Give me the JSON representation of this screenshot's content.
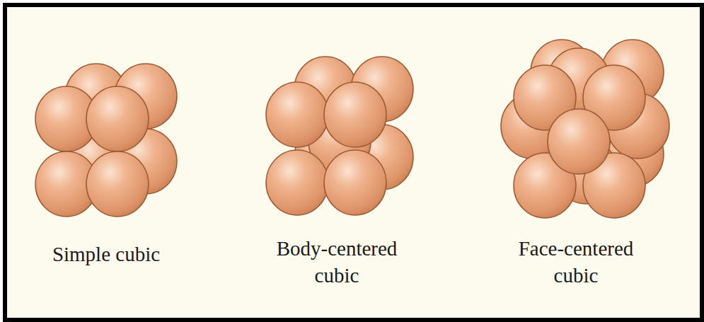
{
  "diagram": {
    "labels": [
      "Simple cubic",
      "Body-centered cubic",
      "Face-centered cubic"
    ]
  }
}
